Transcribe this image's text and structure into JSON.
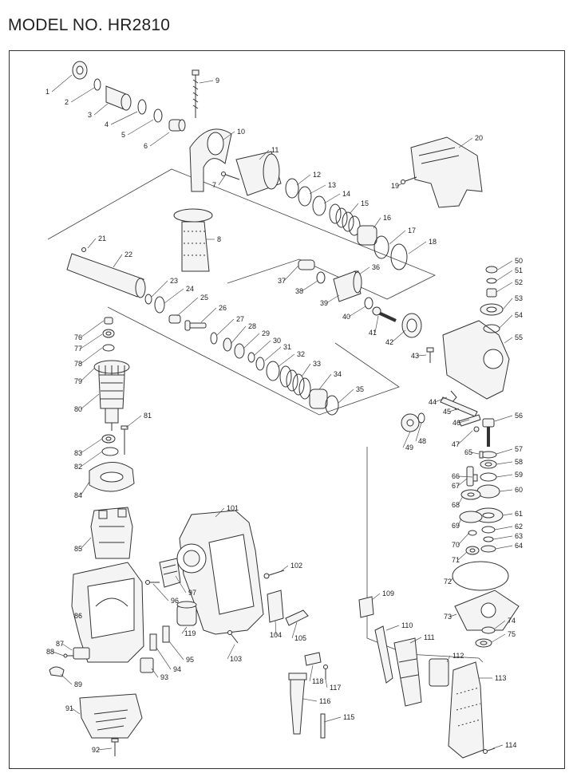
{
  "title": "MODEL NO. HR2810",
  "part_numbers": [
    "1",
    "2",
    "3",
    "4",
    "5",
    "6",
    "7",
    "8",
    "9",
    "10",
    "11",
    "12",
    "13",
    "14",
    "15",
    "16",
    "17",
    "18",
    "19",
    "20",
    "21",
    "22",
    "23",
    "24",
    "25",
    "26",
    "27",
    "28",
    "29",
    "30",
    "31",
    "32",
    "33",
    "34",
    "35",
    "36",
    "37",
    "38",
    "39",
    "40",
    "41",
    "42",
    "43",
    "44",
    "45",
    "46",
    "47",
    "48",
    "49",
    "50",
    "51",
    "52",
    "53",
    "54",
    "55",
    "56",
    "57",
    "58",
    "59",
    "60",
    "61",
    "62",
    "63",
    "64",
    "65",
    "66",
    "67",
    "68",
    "69",
    "70",
    "71",
    "72",
    "73",
    "74",
    "75",
    "76",
    "77",
    "78",
    "79",
    "80",
    "81",
    "82",
    "83",
    "84",
    "85",
    "86",
    "87",
    "88",
    "89",
    "91",
    "92",
    "93",
    "94",
    "95",
    "96",
    "97",
    "101",
    "102",
    "103",
    "104",
    "105",
    "109",
    "110",
    "111",
    "112",
    "113",
    "114",
    "115",
    "116",
    "117",
    "118",
    "119"
  ],
  "colors": {
    "line": "#333333",
    "fill": "#f4f4f4",
    "dark": "#9a9a9a"
  }
}
